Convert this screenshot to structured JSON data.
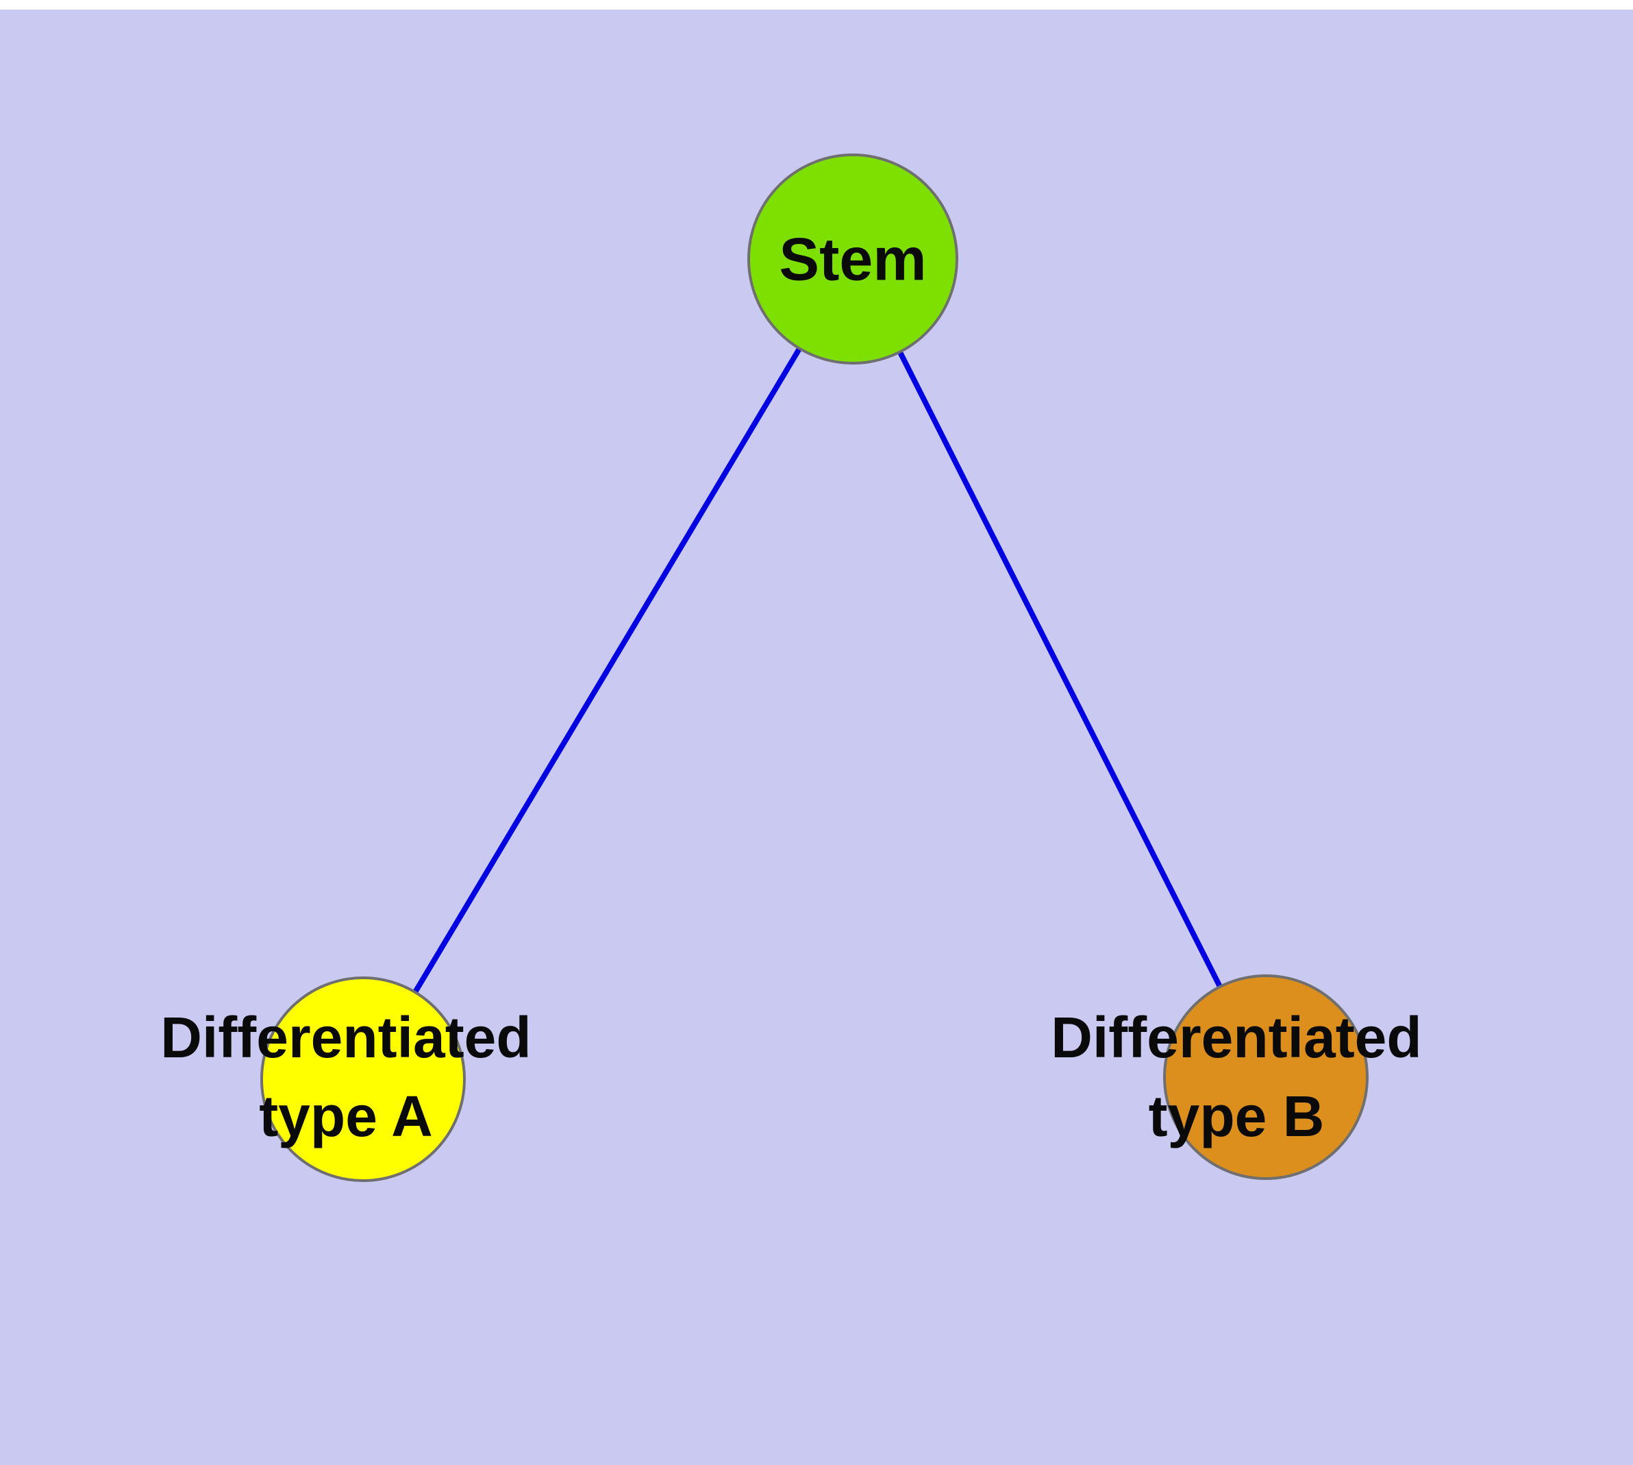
{
  "diagram": {
    "background_color": "#c9c9f2",
    "edge_color": "#0000e0",
    "nodes": {
      "stem": {
        "label": "Stem",
        "fill": "#7ee000"
      },
      "type_a": {
        "lines": [
          "Differentiated",
          "type A"
        ],
        "fill": "#ffff00"
      },
      "type_b": {
        "lines": [
          "Differentiated",
          "type B"
        ],
        "fill": "#dd8f1e"
      }
    }
  }
}
